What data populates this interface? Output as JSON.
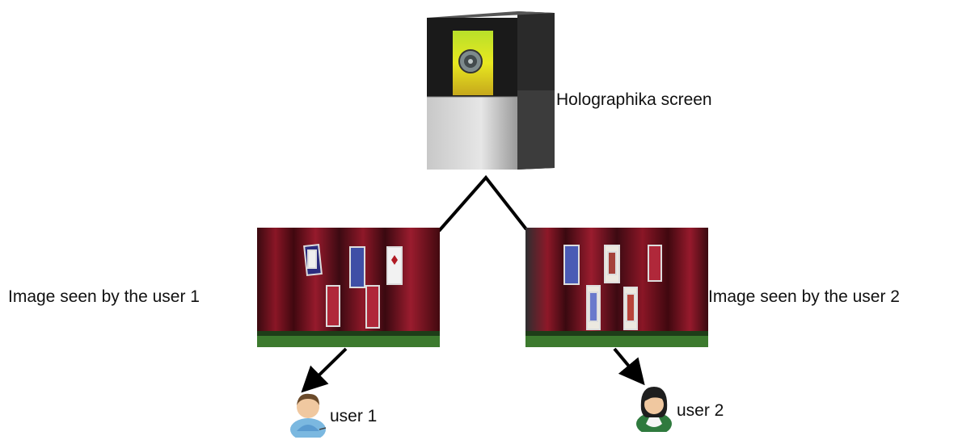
{
  "labels": {
    "screen": "Holographika screen",
    "image_user_1": "Image seen by the user 1",
    "image_user_2": "Image seen by the user 2",
    "user_1": "user 1",
    "user_2": "user 2"
  },
  "icons": {
    "device": "holographic-display-icon",
    "user_1": "male-user-icon",
    "user_2": "female-user-icon"
  },
  "colors": {
    "curtain_red": "#7a1020",
    "floor_green": "#3c7a2e",
    "screen_glow": "#d8e62a",
    "line": "#000000"
  }
}
